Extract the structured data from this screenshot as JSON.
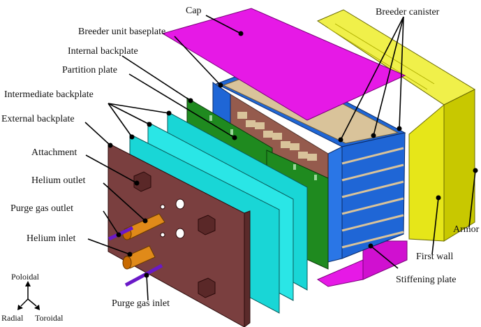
{
  "labels": {
    "cap": "Cap",
    "breeder_canister": "Breeder canister",
    "breeder_unit_baseplate": "Breeder unit baseplate",
    "internal_backplate": "Internal backplate",
    "partition_plate": "Partition plate",
    "intermediate_backplate": "Intermediate backplate",
    "external_backplate": "External backplate",
    "attachment": "Attachment",
    "helium_outlet": "Helium outlet",
    "purge_gas_outlet": "Purge gas outlet",
    "helium_inlet": "Helium inlet",
    "purge_gas_inlet": "Purge gas inlet",
    "armor": "Armor",
    "first_wall": "First wall",
    "stiffening_plate": "Stiffening plate"
  },
  "axes": {
    "poloidal": "Poloidal",
    "radial": "Radial",
    "toroidal": "Toroidal"
  },
  "colors": {
    "cap": "#e619e6",
    "armor": "#e6e619",
    "canister": "#1f66d6",
    "breeder": "#d9c39a",
    "baseplate": "#7a3a2a",
    "internal_backplate": "#1f8a1f",
    "intermediate_backplate": "#19d6d6",
    "external_backplate": "#7a3f3f",
    "helium_pipe": "#e08a19",
    "purge_pipe": "#6a19c8"
  }
}
